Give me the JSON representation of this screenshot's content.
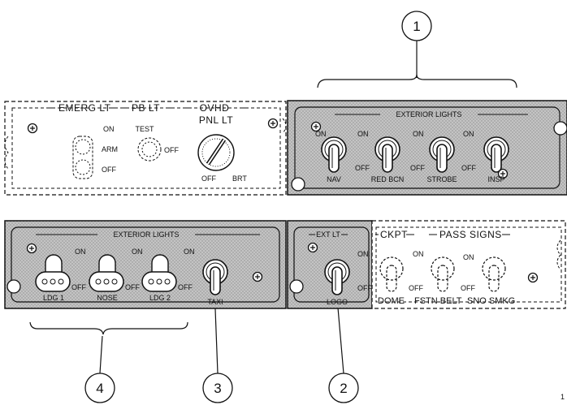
{
  "colors": {
    "panel_fill": "#b7b7b7",
    "panel_edge": "#1a1a1a",
    "line": "#111111",
    "background": "#ffffff"
  },
  "callouts": [
    "1",
    "2",
    "3",
    "4"
  ],
  "overhead_left": {
    "emerg_lt": "EMERG LT",
    "pb_lt": "PB LT",
    "ovhd": "OVHD",
    "pnl_lt": "PNL LT",
    "on": "ON",
    "arm": "ARM",
    "off": "OFF",
    "test": "TEST",
    "pb_off": "OFF",
    "knob_off": "OFF",
    "brt": "BRT"
  },
  "exterior_upper": {
    "title": "EXTERIOR LIGHTS",
    "on": "ON",
    "off": "OFF",
    "switches": [
      "NAV",
      "RED BCN",
      "STROBE",
      "INSP"
    ]
  },
  "exterior_lower": {
    "title": "EXTERIOR LIGHTS",
    "on": "ON",
    "off": "OFF",
    "switches": [
      "LDG 1",
      "NOSE",
      "LDG 2"
    ],
    "taxi": "TAXI"
  },
  "ext_lt_panel": {
    "title": "EXT LT",
    "on": "ON",
    "off": "OFF",
    "switch": "LOGO"
  },
  "signs": {
    "ckpt": "CKPT",
    "pass_signs": "PASS SIGNS",
    "on": "ON",
    "off": "OFF",
    "dome": "DOME",
    "fstn_belt": "FSTN BELT",
    "sno_smkg": "SNO SMKG"
  },
  "figure_number": "1"
}
